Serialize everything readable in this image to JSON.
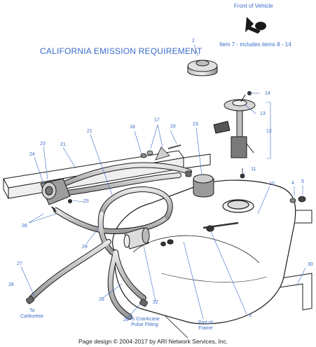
{
  "header": {
    "front_label": "Front of Vehicle",
    "title": "CALIFORNIA EMISSION REQUIREMENT",
    "item_note": "Item 7 - includes items 8 - 14"
  },
  "callouts": {
    "n2": "2",
    "n3": "3",
    "n4": "4",
    "n5": "5",
    "n10": "10",
    "n11": "11",
    "n12": "12",
    "n13": "13",
    "n14": "14",
    "n16": "16",
    "n17": "17",
    "n18": "18",
    "n21a": "21",
    "n21b": "21",
    "n22": "22",
    "n23a": "23",
    "n23b": "23",
    "n24": "24",
    "n25": "25",
    "n26": "26",
    "n27": "27",
    "n28a": "28",
    "n28b": "28",
    "n28c": "28",
    "n29": "29",
    "n30": "30"
  },
  "labels": {
    "carb_l1": "To",
    "carb_l2": "Carburetor",
    "crank_l1": "To Crankcase",
    "crank_l2": "Pulse Fitting",
    "frame_l1": "Part of",
    "frame_l2": "Frame"
  },
  "footer": {
    "text": "Page design © 2004-2017 by ARI Network Services, Inc."
  },
  "colors": {
    "line": "#1a1a1a",
    "callout_text": "#3a6cc8",
    "leader": "#3a6cc8"
  }
}
